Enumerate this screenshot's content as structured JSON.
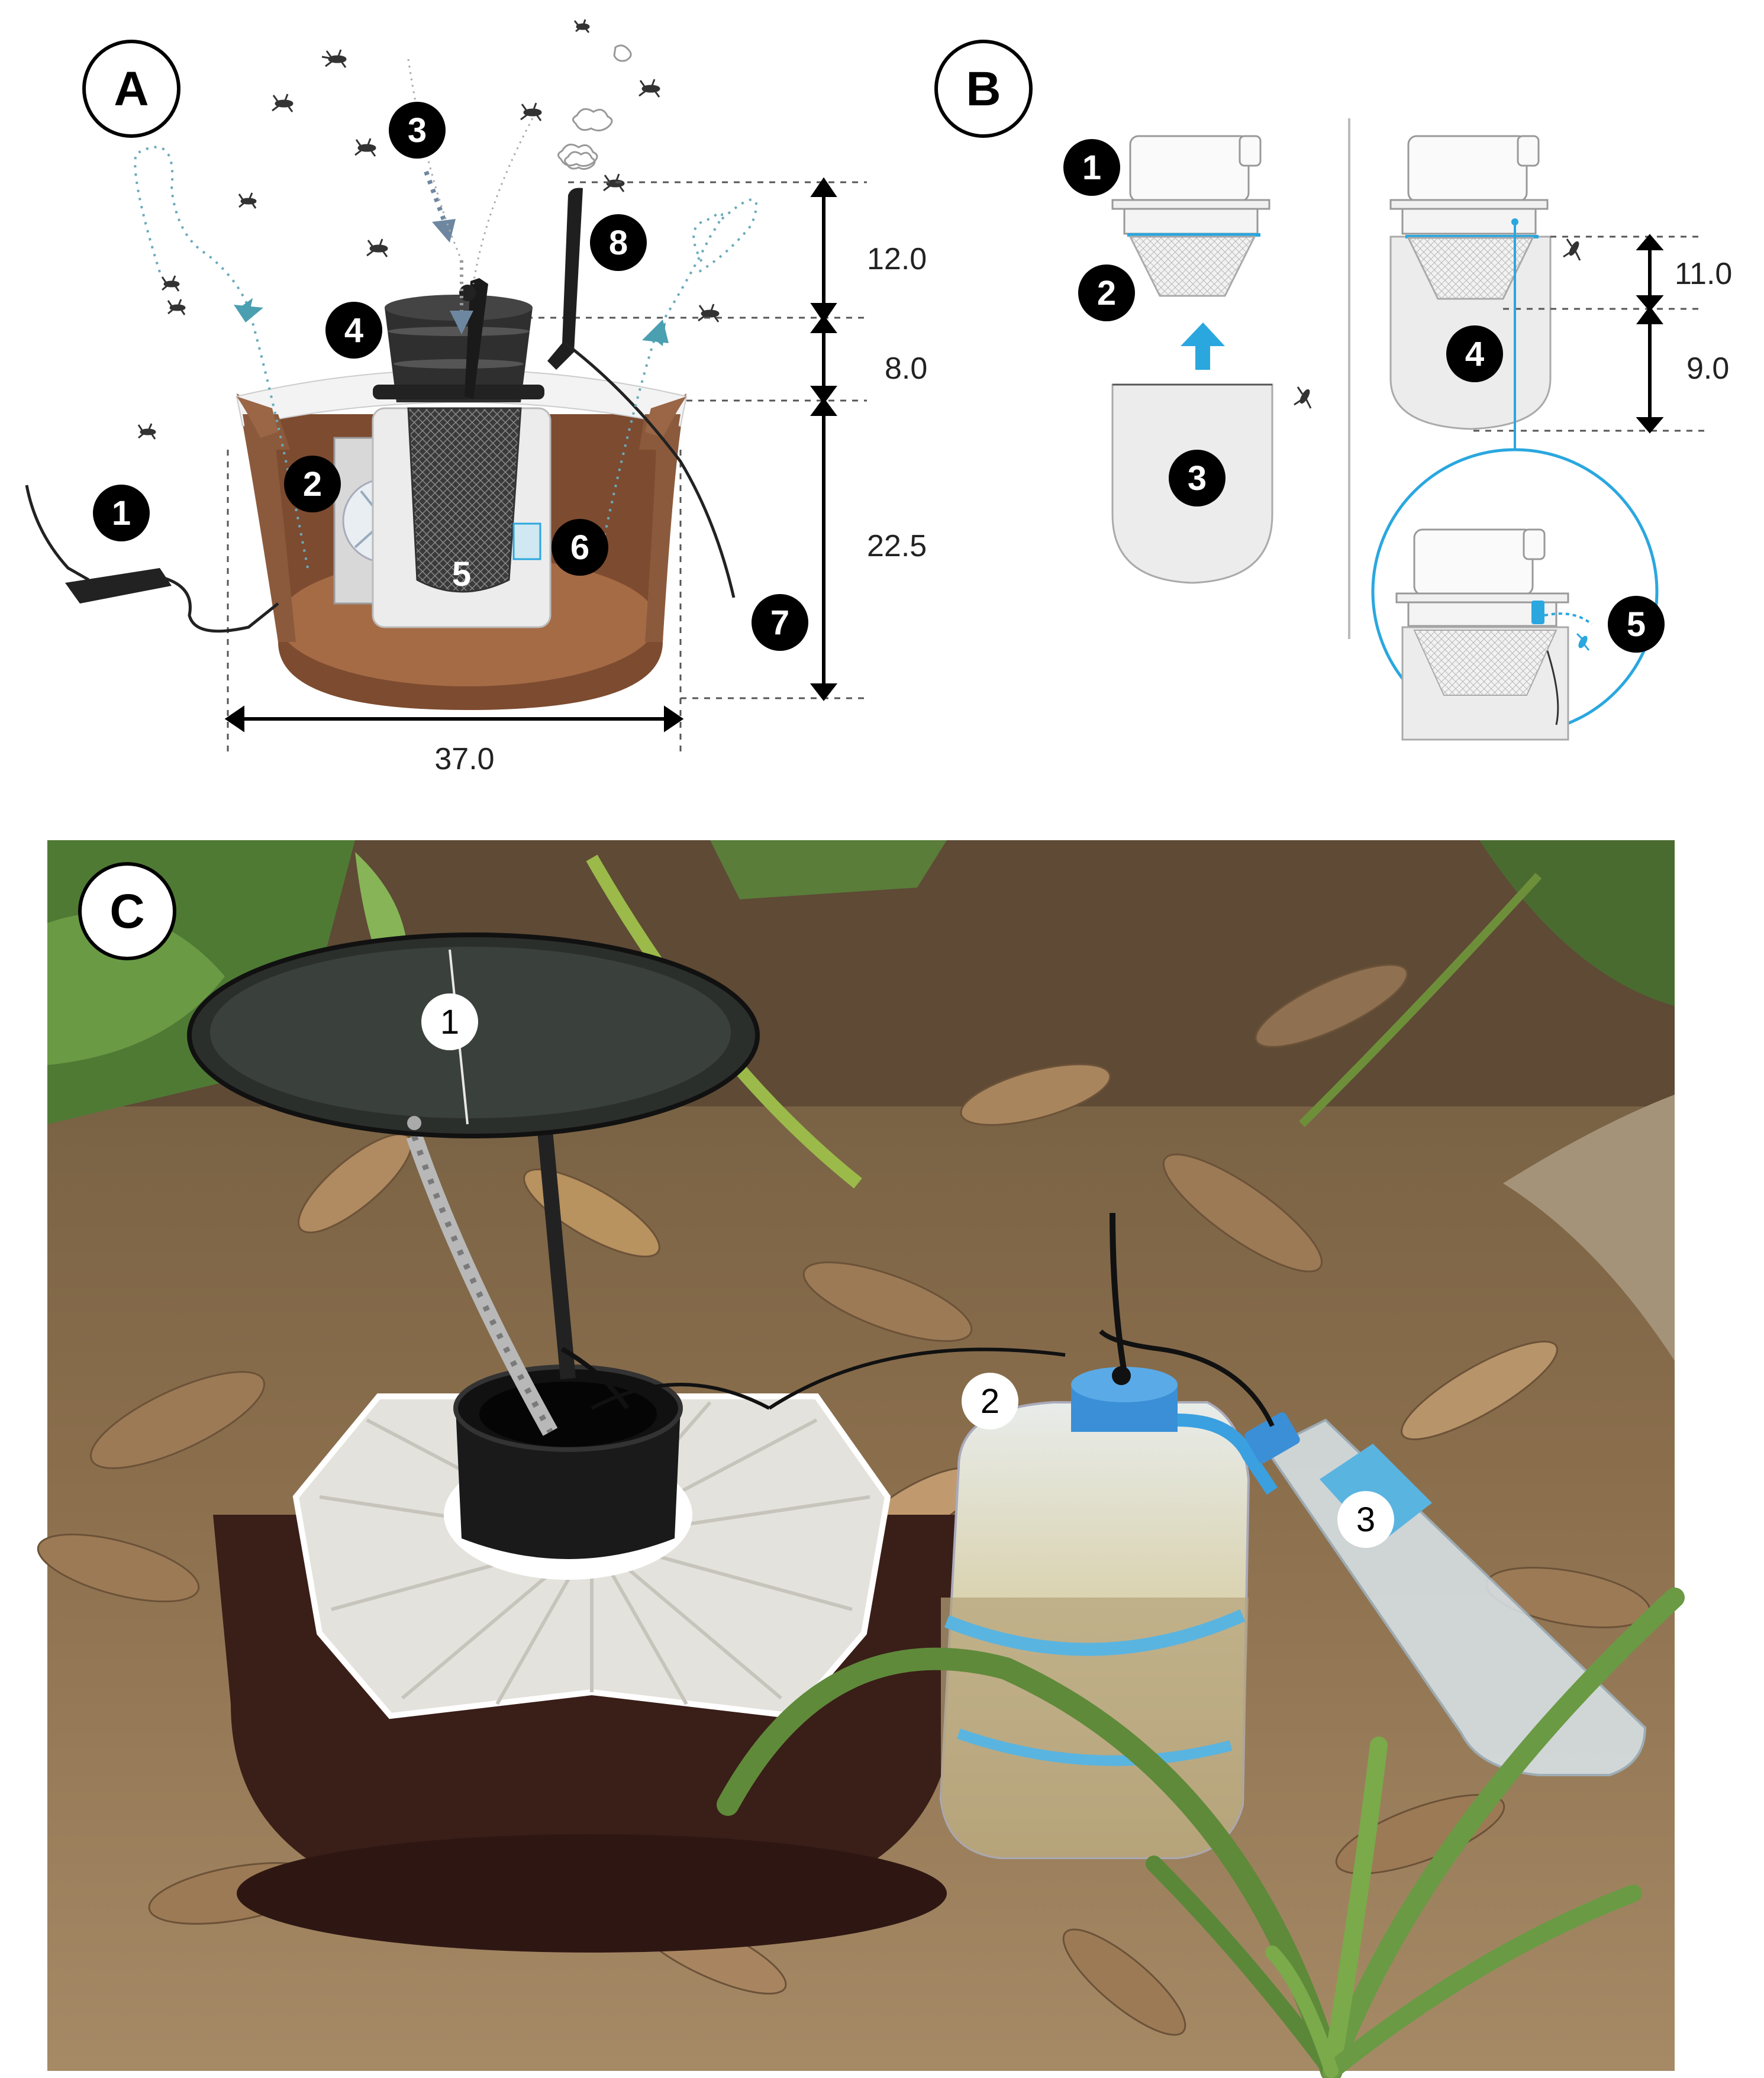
{
  "panels": {
    "a": {
      "letter": "A",
      "markers": [
        "1",
        "2",
        "3",
        "4",
        "5",
        "6",
        "7",
        "8"
      ],
      "dimensions": {
        "top": "12.0",
        "middle": "8.0",
        "bottom": "22.5",
        "width": "37.0"
      }
    },
    "b": {
      "letter": "B",
      "markers": [
        "1",
        "2",
        "3",
        "4",
        "5"
      ],
      "dimensions": {
        "upper": "11.0",
        "lower": "9.0"
      }
    },
    "c": {
      "letter": "C",
      "markers": [
        "1",
        "2",
        "3"
      ]
    }
  },
  "colors": {
    "pot_brown": "#8b5a3c",
    "pot_dark": "#6b3f26",
    "accent_blue": "#2aa7df",
    "arrow_teal": "#5aa5b5",
    "marker_black": "#000000",
    "soil": "#7a5a3f",
    "leaf_green": "#5f8a3a",
    "trap_body": "#3a1e18",
    "trap_lid": "#e4e2dc"
  }
}
